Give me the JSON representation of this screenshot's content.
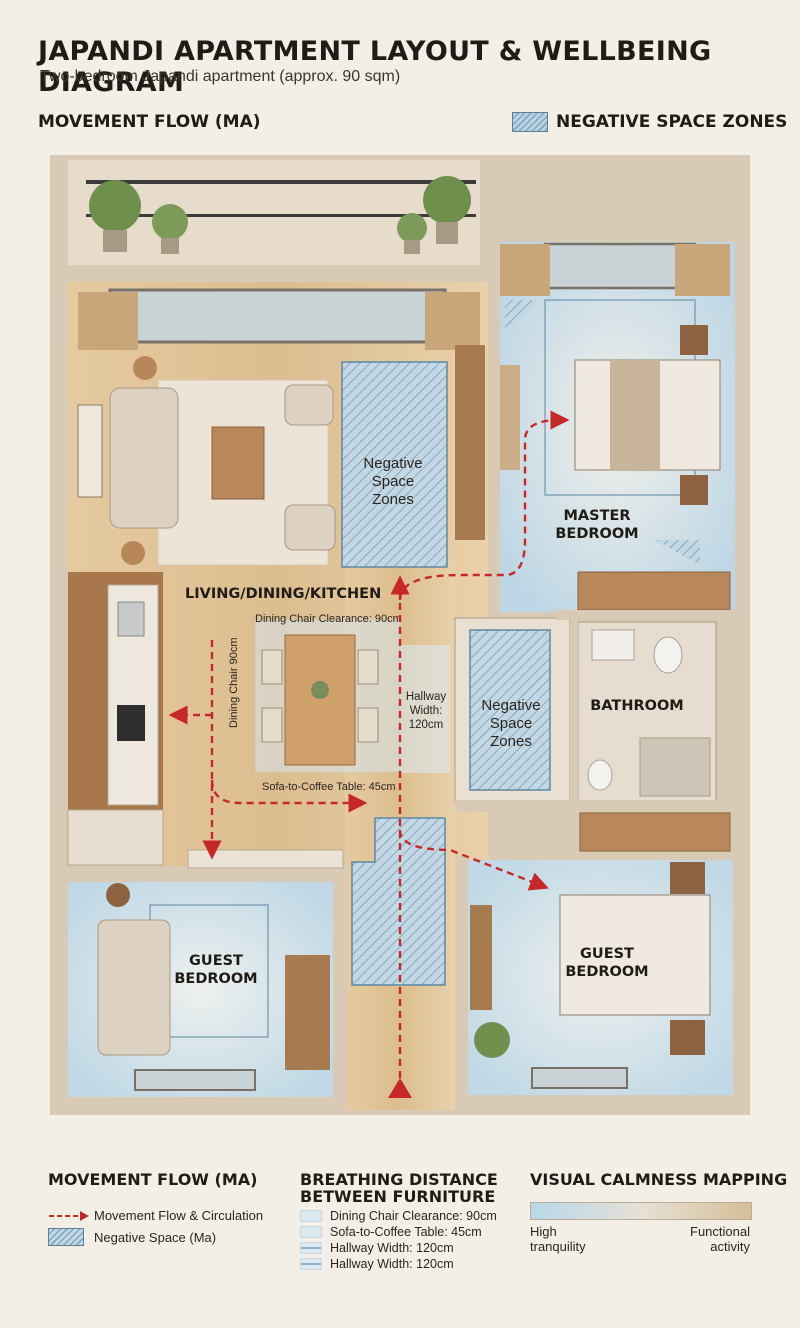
{
  "header": {
    "title": "JAPANDI APARTMENT LAYOUT & WELLBEING DIAGRAM",
    "subtitle": "Two-bedroom Japandi apartment (approx. 90 sqm)",
    "movement_flow": "MOVEMENT FLOW (MA)",
    "negative_space": "NEGATIVE SPACE ZONES"
  },
  "plan": {
    "living": "LIVING/DINING/KITCHEN",
    "master_line1": "MASTER",
    "master_line2": "BEDROOM",
    "bathroom": "BATHROOM",
    "guest_left_line1": "GUEST",
    "guest_left_line2": "BEDROOM",
    "guest_right_line1": "GUEST",
    "guest_right_line2": "BEDROOM",
    "neg1_line1": "Negative",
    "neg1_line2": "Space",
    "neg1_line3": "Zones",
    "neg2_line1": "Negative",
    "neg2_line2": "Space",
    "neg2_line3": "Zones",
    "dining_clearance": "Dining Chair Clearance: 90cm",
    "dining_side": "Dining Chair 90cm",
    "sofa_table": "Sofa-to-Coffee Table: 45cm",
    "hallway_line1": "Hallway",
    "hallway_line2": "Width:",
    "hallway_line3": "120cm"
  },
  "legend": {
    "flow_title": "MOVEMENT FLOW (MA)",
    "flow_item": "Movement Flow & Circulation",
    "neg_item": "Negative Space (Ma)",
    "breathing_title_line1": "BREATHING DISTANCE",
    "breathing_title_line2": "BETWEEN FURNITURE",
    "breathing_items": [
      "Dining Chair Clearance: 90cm",
      "Sofa-to-Coffee Table: 45cm",
      "Hallway Width: 120cm",
      "Hallway Width: 120cm"
    ],
    "calm_title": "VISUAL CALMNESS MAPPING",
    "calm_left_line1": "High",
    "calm_left_line2": "tranquility",
    "calm_right_line1": "Functional",
    "calm_right_line2": "activity"
  },
  "colors": {
    "flow_arrow": "#c62828",
    "negative_space": "#8fb3c9",
    "wall": "#d9cbb6",
    "floor": "#e3c9a1"
  }
}
